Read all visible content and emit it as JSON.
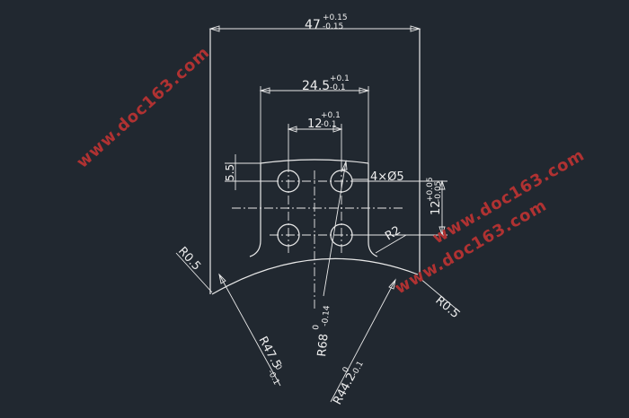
{
  "dimensions": {
    "width_main": "47",
    "width_tol_plus": "+0.15",
    "width_tol_minus": "-0.15",
    "slot_width_main": "24.5",
    "slot_tol_plus": "+0.1",
    "slot_tol_minus": "-0.1",
    "hole_spacing_h_main": "12",
    "hole_spacing_h_tol_plus": "+0.1",
    "hole_spacing_h_tol_minus": "-0.1",
    "top_offset": "5.5",
    "holes": "4×Ø5",
    "hole_spacing_v_main": "12",
    "hole_spacing_v_tol_plus": "+0.05",
    "hole_spacing_v_tol_minus": "-0.05",
    "corner_radius": "R2",
    "left_edge_radius": "R0.5",
    "right_edge_radius": "R0.5",
    "outer_radius_main": "R47.5",
    "outer_radius_tol_plus": "0",
    "outer_radius_tol_minus": "-0.1",
    "center_radius_main": "R68",
    "center_radius_tol_plus": "0",
    "center_radius_tol_minus": "-0.14",
    "inner_radius_main": "R44.2",
    "inner_radius_tol_plus": "0",
    "inner_radius_tol_minus": "-0.1"
  },
  "watermarks": [
    "www.doc163.com",
    "www.doc163.com",
    "www.doc163.com"
  ],
  "colors": {
    "background": "#212830",
    "lines": "#e9e9e9",
    "watermark": "#b03232"
  }
}
